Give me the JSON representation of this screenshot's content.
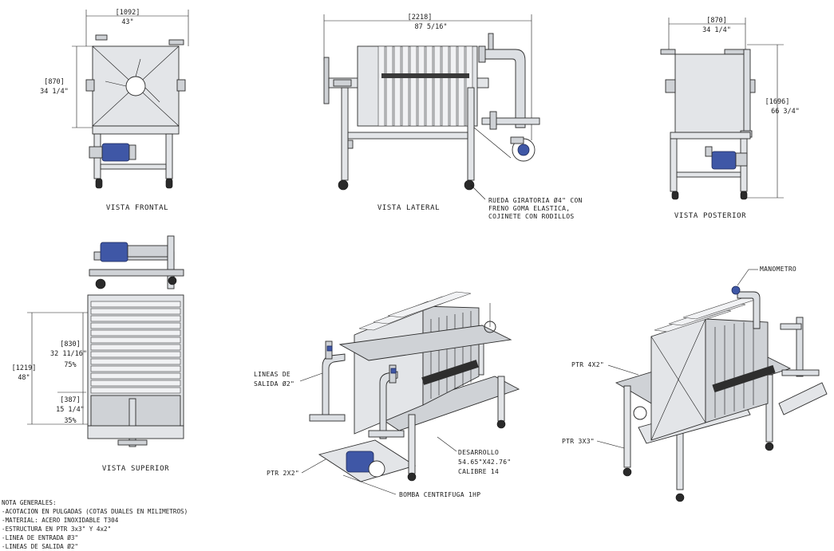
{
  "views": {
    "front": {
      "caption": "VISTA FRONTAL",
      "width_mm": "[1092]",
      "width_in": "43\"",
      "height_mm": "[870]",
      "height_in": "34 1/4\""
    },
    "side": {
      "caption": "VISTA LATERAL",
      "length_mm": "[2218]",
      "length_in": "87 5/16\"",
      "wheel_note": [
        "RUEDA GIRATORIA Ø4\" CON",
        "FRENO GOMA ELASTICA,",
        "COJINETE CON RODILLOS"
      ]
    },
    "rear": {
      "caption": "VISTA POSTERIOR",
      "width_mm": "[870]",
      "width_in": "34 1/4\"",
      "height_mm": "[1696]",
      "height_in": "66 3/4\""
    },
    "top": {
      "caption": "VISTA SUPERIOR",
      "total_mm": "[1219]",
      "total_in": "48\"",
      "upper_mm": "[830]",
      "upper_in": "32 11/16\"",
      "upper_pct": "75%",
      "lower_mm": "[387]",
      "lower_in": "15 1/4\"",
      "lower_pct": "35%"
    },
    "iso_front": {
      "outlet_label": [
        "LINEAS DE",
        "SALIDA Ø2\""
      ],
      "ptr_label": "PTR 2X2\"",
      "pump_label": "BOMBA CENTRIFUGA 1HP",
      "plate_label": [
        "DESARROLLO",
        "54.65\"X42.76\"",
        "CALIBRE 14"
      ]
    },
    "iso_rear": {
      "gauge_label": "MANOMETRO",
      "ptr_4x2": "PTR 4X2\"",
      "ptr_3x3": "PTR 3X3\""
    }
  },
  "notes": {
    "title": "NOTA GENERALES:",
    "lines": [
      "-ACOTACION EN PULGADAS (COTAS DUALES EN MILIMETROS)",
      "-MATERIAL: ACERO INOXIDABLE T304",
      "-ESTRUCTURA EN PTR 3x3\" Y 4x2\"",
      "-LINEA DE ENTRADA Ø3\"",
      "-LINEAS DE SALIDA Ø2\""
    ]
  },
  "colors": {
    "steel": "#e3e5e8",
    "motor": "#3f57a6",
    "line": "#1a1a1a"
  }
}
